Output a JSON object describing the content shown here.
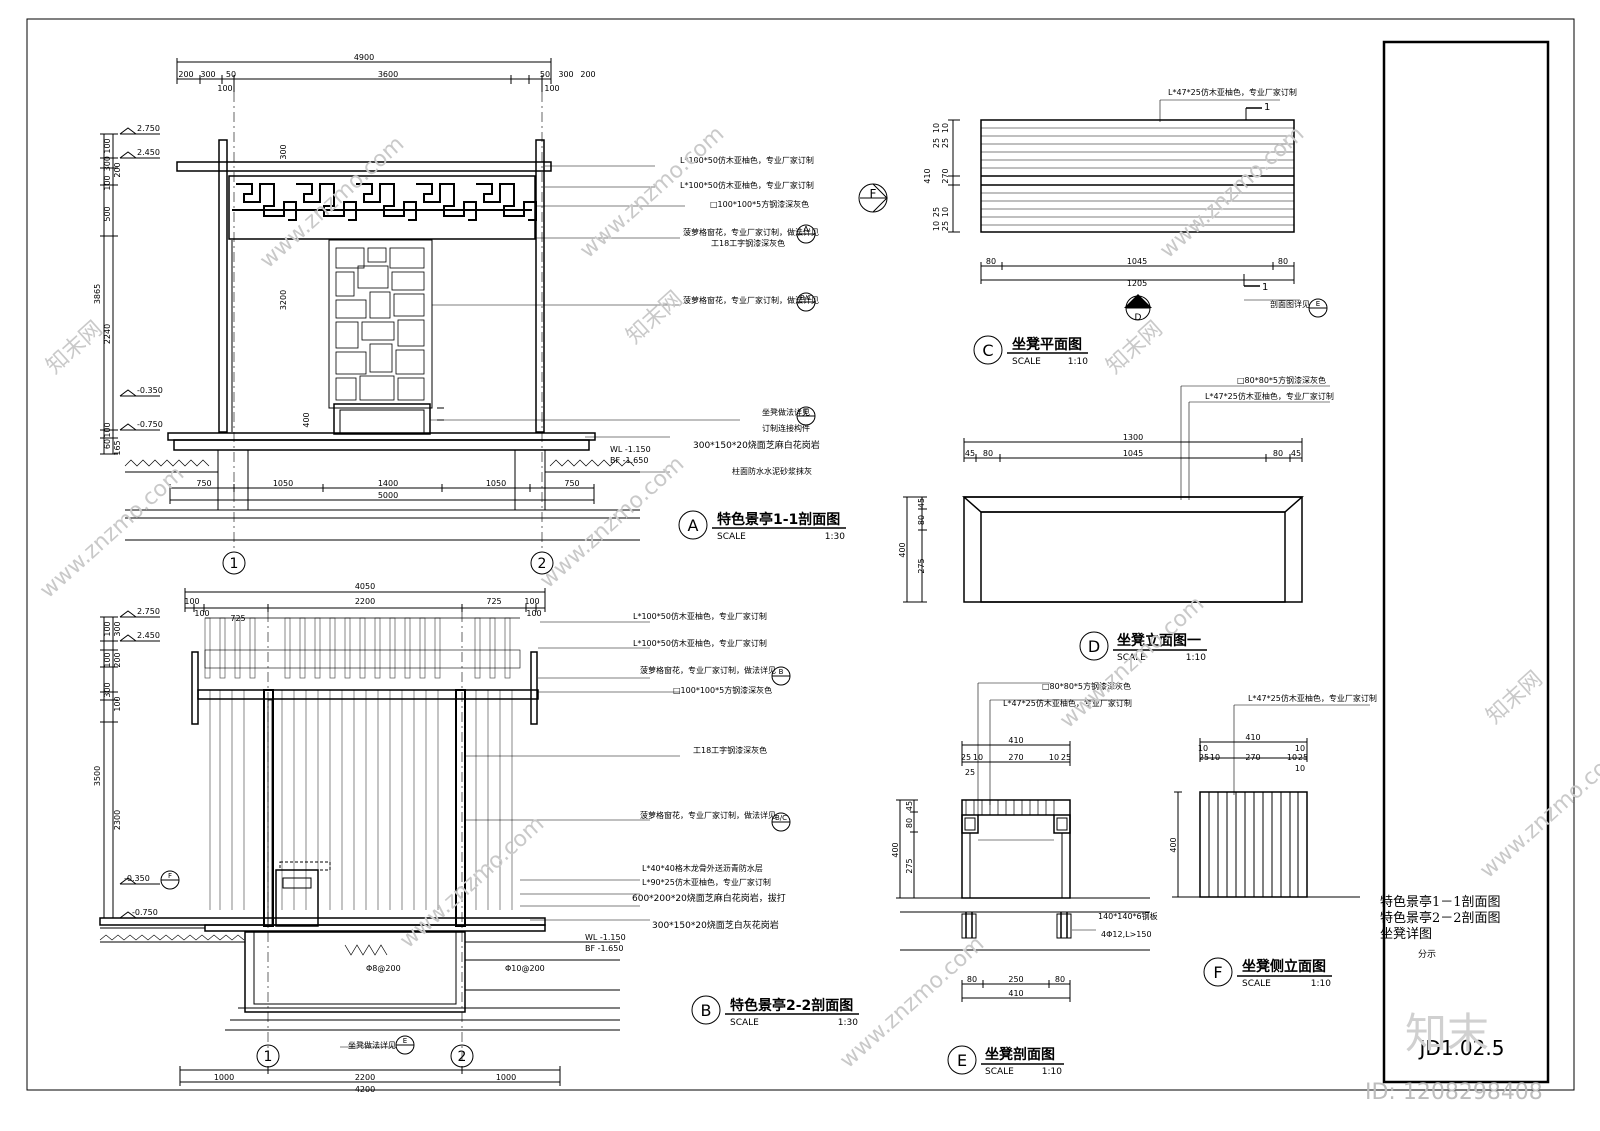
{
  "watermark": {
    "site": "www.znzmo.com",
    "brand": "知末网",
    "logo": "知末",
    "id_text": "ID: 1208298408"
  },
  "title_block": {
    "lines": [
      "特色景亭1－1剖面图",
      "特色景亭2－2剖面图",
      "坐凳详图"
    ],
    "sub": "分示",
    "sheet_no": "JD1.02.5"
  },
  "view_A": {
    "marker": "A",
    "title": "特色景亭1-1剖面图",
    "scale_label": "SCALE",
    "scale": "1:30",
    "top_dims": [
      "4900",
      "200",
      "300",
      "50",
      "3600",
      "50",
      "300",
      "200",
      "100",
      "100"
    ],
    "left_dims": [
      "100",
      "300",
      "100",
      "200",
      "500",
      "3865",
      "2240",
      "100",
      "60",
      "165",
      "3200",
      "300",
      "400"
    ],
    "levels": [
      "2.750",
      "2.450",
      "-0.350",
      "-0.750"
    ],
    "wl": "WL -1.150",
    "bf": "BF -1.650",
    "bottom_dims": [
      "750",
      "1050",
      "1400",
      "1050",
      "750",
      "5000"
    ],
    "axes": [
      "1",
      "2"
    ],
    "notes": [
      "L*100*50仿木亚柚色，专业厂家订制",
      "L*100*50仿木亚柚色，专业厂家订制",
      "□100*100*5方钢漆深灰色",
      "菠萝格窗花，专业厂家订制，做法详见",
      "工18工字钢漆深灰色",
      "菠萝格窗花，专业厂家订制，做法详见",
      "坐凳做法详见",
      "订制连接构件",
      "300*150*20烧面芝麻白花岗岩",
      "柱面防水水泥砂浆抹灰"
    ],
    "callouts": [
      "A",
      "B/C",
      "E"
    ]
  },
  "view_B": {
    "marker": "B",
    "title": "特色景亭2-2剖面图",
    "scale_label": "SCALE",
    "scale": "1:30",
    "top_dims": [
      "4050",
      "100",
      "100",
      "725",
      "2200",
      "725",
      "100",
      "100"
    ],
    "left_dims": [
      "100",
      "300",
      "100",
      "200",
      "300",
      "100",
      "3500",
      "2300"
    ],
    "levels": [
      "2.750",
      "2.450",
      "-0.350",
      "-0.750"
    ],
    "wl": "WL -1.150",
    "bf": "BF -1.650",
    "bottom_dims": [
      "1000",
      "2200",
      "1000",
      "4200"
    ],
    "axes": [
      "1",
      "2"
    ],
    "rebar": [
      "Φ8@200",
      "Φ10@200"
    ],
    "bench_note": "坐凳做法详见",
    "notes": [
      "L*100*50仿木亚柚色，专业厂家订制",
      "L*100*50仿木亚柚色，专业厂家订制",
      "菠萝格窗花，专业厂家订制，做法详见",
      "□100*100*5方钢漆深灰色",
      "工18工字钢漆深灰色",
      "菠萝格窗花，专业厂家订制，做法详见",
      "L*40*40格木龙骨外送沥青防水层",
      "L*90*25仿木亚柚色，专业厂家订制",
      "600*200*20烧面芝麻白花岗岩，拔打",
      "300*150*20烧面芝白灰花岗岩"
    ],
    "callouts": [
      "F",
      "B",
      "B/C",
      "E"
    ]
  },
  "view_C": {
    "marker": "C",
    "title": "坐凳平面图",
    "scale_label": "SCALE",
    "scale": "1:10",
    "note": "L*47*25仿木亚柚色，专业厂家订制",
    "left_dims": [
      "10",
      "10",
      "25",
      "25",
      "410",
      "270",
      "25",
      "10",
      "10",
      "25"
    ],
    "bottom_dims": [
      "80",
      "1045",
      "80",
      "1205"
    ],
    "section_mark": "1",
    "section_note": "剖面图详见",
    "callouts": [
      "D",
      "E",
      "F"
    ]
  },
  "view_D": {
    "marker": "D",
    "title": "坐凳立面图一",
    "scale_label": "SCALE",
    "scale": "1:10",
    "notes": [
      "□80*80*5方钢漆深灰色",
      "L*47*25仿木亚柚色，专业厂家订制"
    ],
    "top_dims": [
      "1300",
      "45",
      "80",
      "1045",
      "80",
      "45"
    ],
    "left_dims": [
      "45",
      "80",
      "400",
      "275"
    ]
  },
  "view_E": {
    "marker": "E",
    "title": "坐凳剖面图",
    "scale_label": "SCALE",
    "scale": "1:10",
    "notes": [
      "□80*80*5方钢漆深灰色",
      "L*47*25仿木亚柚色，专业厂家订制",
      "140*140*6钢板",
      "4Φ12,L>150"
    ],
    "top_dims": [
      "410",
      "25",
      "10",
      "270",
      "10",
      "25",
      "25"
    ],
    "left_dims": [
      "45",
      "80",
      "400",
      "275"
    ],
    "bottom_dims": [
      "80",
      "250",
      "80",
      "410"
    ]
  },
  "view_F": {
    "marker": "F",
    "title": "坐凳侧立面图",
    "scale_label": "SCALE",
    "scale": "1:10",
    "note": "L*47*25仿木亚柚色，专业厂家订制",
    "top_dims": [
      "410",
      "10",
      "10",
      "25",
      "10",
      "270",
      "10",
      "25",
      "10"
    ],
    "left_dims": [
      "400"
    ]
  }
}
